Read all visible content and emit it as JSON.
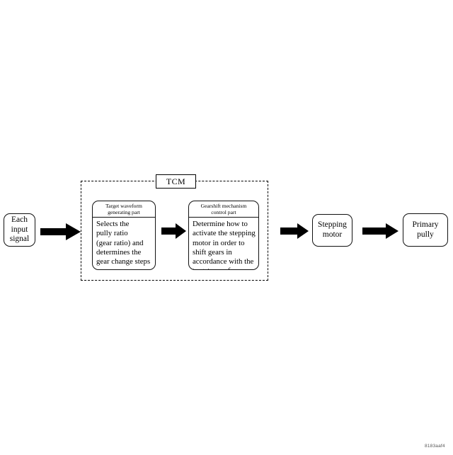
{
  "diagram": {
    "type": "block-flow",
    "title": "",
    "background_color": "#ffffff",
    "line_color": "#000000",
    "arrow_color": "#000000"
  },
  "nodes": {
    "input": {
      "label": "Each\ninput\nsignal"
    },
    "stepping_motor": {
      "label": "Stepping\nmotor"
    },
    "primary_pully": {
      "label": "Primary\npully"
    }
  },
  "group": {
    "tag_label": "TCM",
    "parts": [
      {
        "header": "Target waveform\ngenerating part",
        "body": "Selects the\npully ratio\n(gear ratio) and\ndetermines the\ngear change steps"
      },
      {
        "header": "Gearshift mechanism\ncontrol part",
        "body": "Determine how to\nactivate the stepping\nmotor in order to\nshift gears in\naccordance with the\ntarget waveform."
      }
    ]
  },
  "arrows": [
    {
      "name": "input-to-tcm"
    },
    {
      "name": "target-waveform-to-gearshift"
    },
    {
      "name": "tcm-to-stepping-motor"
    },
    {
      "name": "stepping-motor-to-primary-pully"
    }
  ],
  "footer": {
    "reference_code": "8183aaf4"
  }
}
